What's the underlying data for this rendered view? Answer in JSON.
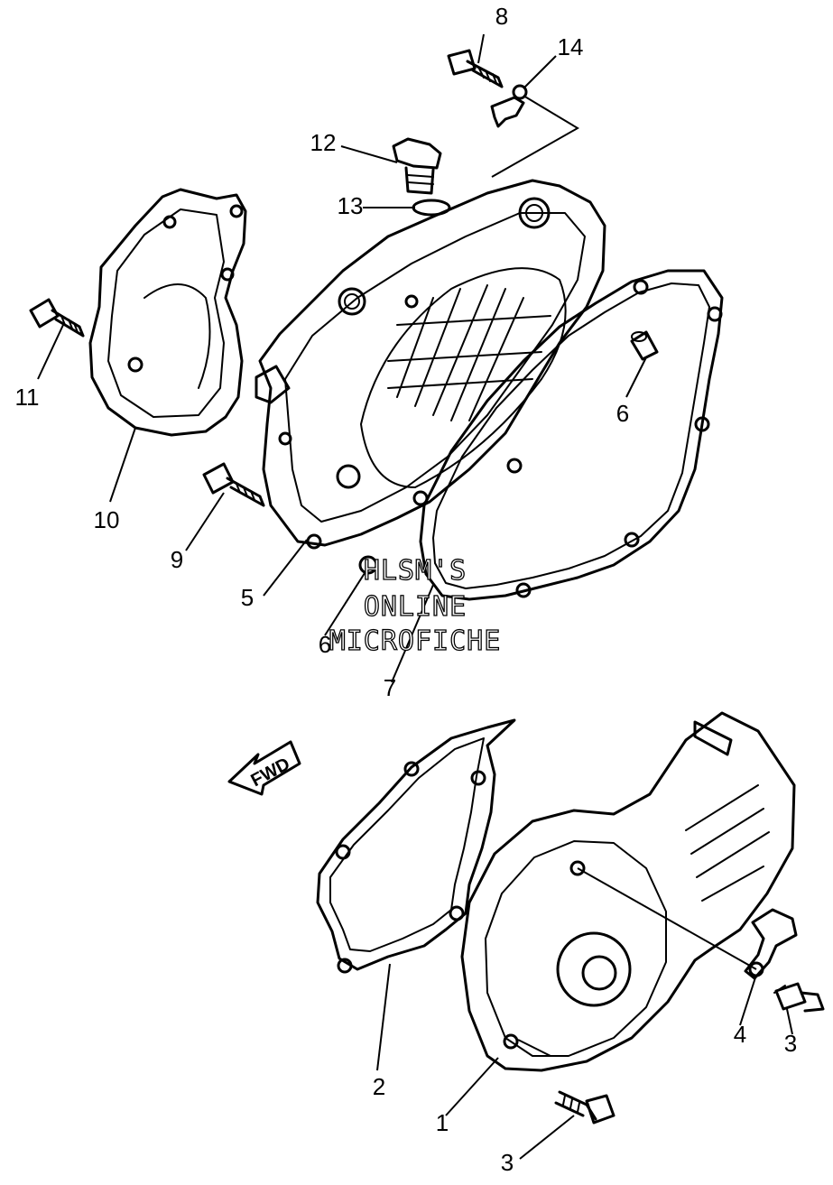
{
  "watermark": {
    "line1": "HLSM'S",
    "line2": "ONLINE",
    "line3": "MICROFICHE"
  },
  "direction_label": "FWD",
  "callouts": [
    {
      "id": "c8",
      "text": "8"
    },
    {
      "id": "c14",
      "text": "14"
    },
    {
      "id": "c12",
      "text": "12"
    },
    {
      "id": "c13",
      "text": "13"
    },
    {
      "id": "c11",
      "text": "11"
    },
    {
      "id": "c10",
      "text": "10"
    },
    {
      "id": "c9",
      "text": "9"
    },
    {
      "id": "c5",
      "text": "5"
    },
    {
      "id": "c6a",
      "text": "6"
    },
    {
      "id": "c6b",
      "text": "6"
    },
    {
      "id": "c7",
      "text": "7"
    },
    {
      "id": "c2",
      "text": "2"
    },
    {
      "id": "c1",
      "text": "1"
    },
    {
      "id": "c3a",
      "text": "3"
    },
    {
      "id": "c3b",
      "text": "3"
    },
    {
      "id": "c4",
      "text": "4"
    }
  ]
}
